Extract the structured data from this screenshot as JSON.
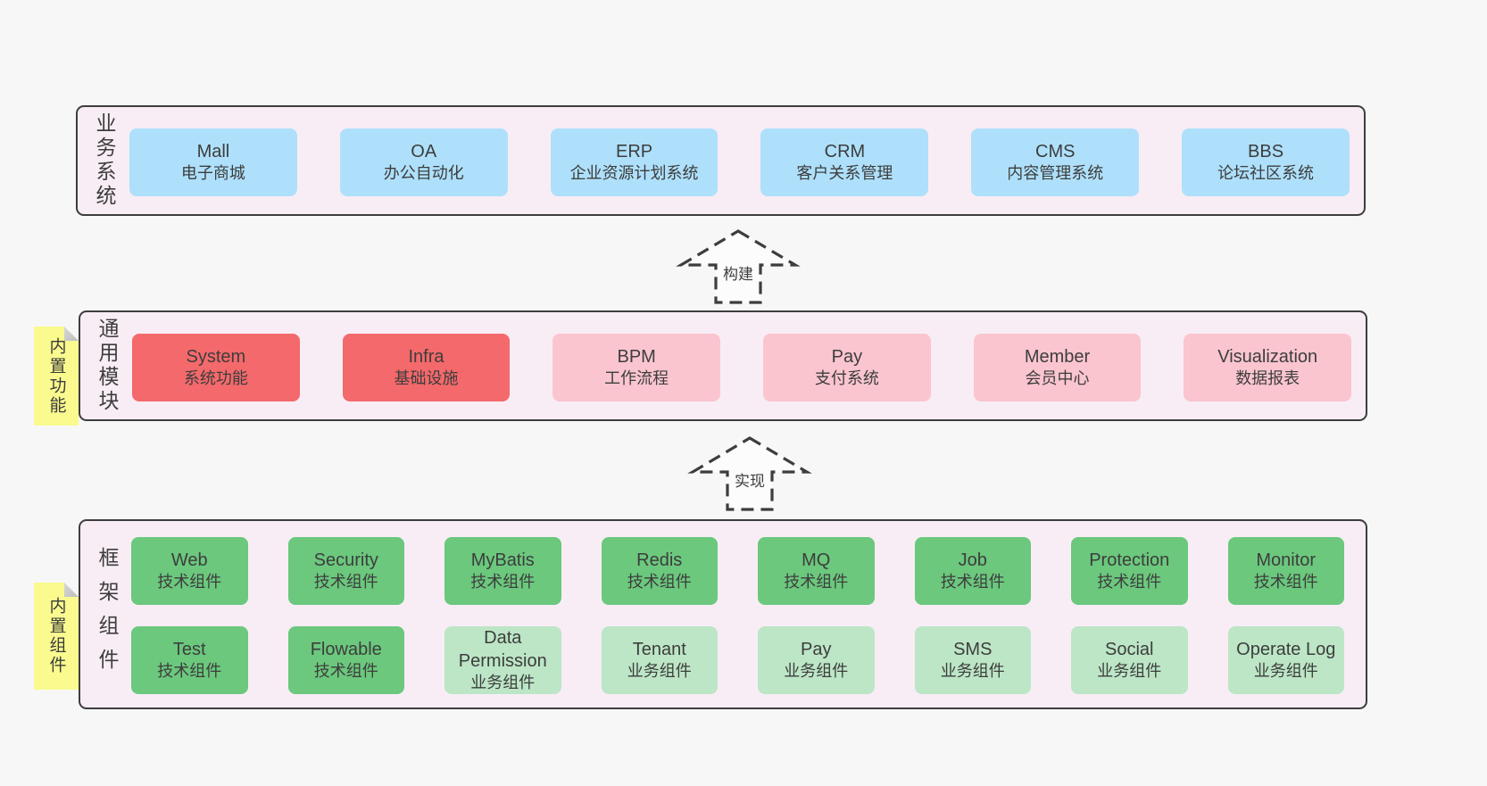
{
  "colors": {
    "page_bg": "#f7f7f7",
    "band_bg": "#f8edf5",
    "band_border": "#3d3d3d",
    "blue": "#aee0fb",
    "red": "#f4696b",
    "pink": "#fac5cf",
    "green": "#6bc87d",
    "light_green": "#bce6c6",
    "sticky_yellow": "#fafa8e",
    "text": "#3d3d3d",
    "arrow_fill": "#fcfcfc"
  },
  "arrows": {
    "build": "构建",
    "implement": "实现"
  },
  "bands": {
    "business": {
      "label": "业务系统",
      "items": [
        {
          "title": "Mall",
          "subtitle": "电子商城"
        },
        {
          "title": "OA",
          "subtitle": "办公自动化"
        },
        {
          "title": "ERP",
          "subtitle": "企业资源计划系统"
        },
        {
          "title": "CRM",
          "subtitle": "客户关系管理"
        },
        {
          "title": "CMS",
          "subtitle": "内容管理系统"
        },
        {
          "title": "BBS",
          "subtitle": "论坛社区系统"
        }
      ]
    },
    "modules": {
      "label": "通用模块",
      "sticky": "内置功能",
      "items": [
        {
          "title": "System",
          "subtitle": "系统功能"
        },
        {
          "title": "Infra",
          "subtitle": "基础设施"
        },
        {
          "title": "BPM",
          "subtitle": "工作流程"
        },
        {
          "title": "Pay",
          "subtitle": "支付系统"
        },
        {
          "title": "Member",
          "subtitle": "会员中心"
        },
        {
          "title": "Visualization",
          "subtitle": "数据报表"
        }
      ]
    },
    "components": {
      "label": "框架组件",
      "sticky": "内置组件",
      "row1": [
        {
          "title": "Web",
          "subtitle": "技术组件"
        },
        {
          "title": "Security",
          "subtitle": "技术组件"
        },
        {
          "title": "MyBatis",
          "subtitle": "技术组件"
        },
        {
          "title": "Redis",
          "subtitle": "技术组件"
        },
        {
          "title": "MQ",
          "subtitle": "技术组件"
        },
        {
          "title": "Job",
          "subtitle": "技术组件"
        },
        {
          "title": "Protection",
          "subtitle": "技术组件"
        },
        {
          "title": "Monitor",
          "subtitle": "技术组件"
        }
      ],
      "row2": [
        {
          "title": "Test",
          "subtitle": "技术组件"
        },
        {
          "title": "Flowable",
          "subtitle": "技术组件"
        },
        {
          "title": "Data Permission",
          "subtitle": "业务组件"
        },
        {
          "title": "Tenant",
          "subtitle": "业务组件"
        },
        {
          "title": "Pay",
          "subtitle": "业务组件"
        },
        {
          "title": "SMS",
          "subtitle": "业务组件"
        },
        {
          "title": "Social",
          "subtitle": "业务组件"
        },
        {
          "title": "Operate Log",
          "subtitle": "业务组件"
        }
      ]
    }
  }
}
